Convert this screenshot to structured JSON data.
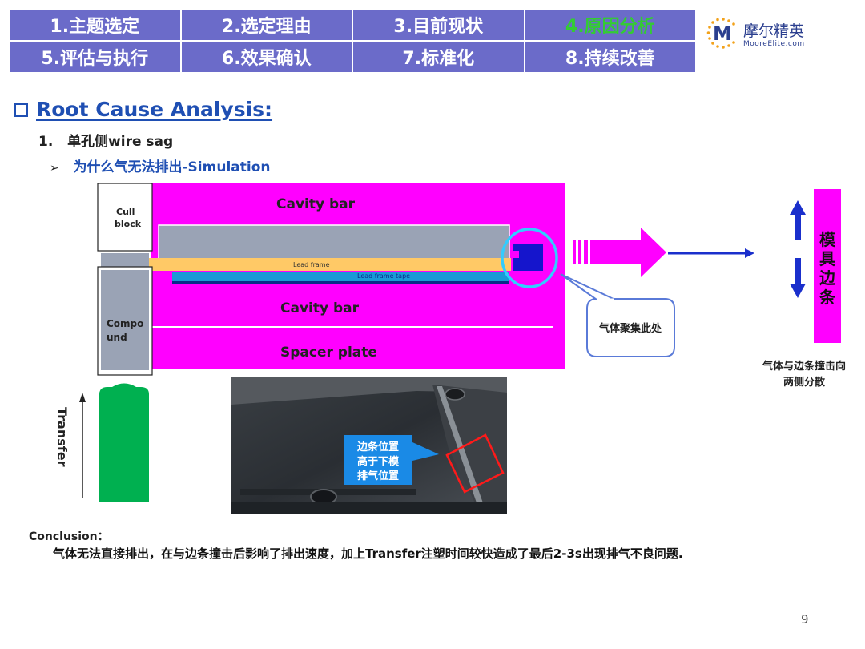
{
  "nav": {
    "items": [
      {
        "label": "1.主题选定",
        "active": false
      },
      {
        "label": "2.选定理由",
        "active": false
      },
      {
        "label": "3.目前现状",
        "active": false
      },
      {
        "label": "4.原因分析",
        "active": true
      },
      {
        "label": "5.评估与执行",
        "active": false
      },
      {
        "label": "6.效果确认",
        "active": false
      },
      {
        "label": "7.标准化",
        "active": false
      },
      {
        "label": "8.持续改善",
        "active": false
      }
    ]
  },
  "logo": {
    "mark": "M",
    "name_cn": "摩尔精英",
    "name_en": "MooreElite.com"
  },
  "heading": "Root Cause Analysis:",
  "section": {
    "number": "1.",
    "title": "单孔侧wire sag"
  },
  "subsection": {
    "bullet": "➢",
    "title": "为什么气无法排出-Simulation"
  },
  "diagram": {
    "cull_block": "Cull block",
    "cavity_bar_top": "Cavity bar",
    "lead_frame": "Lead frame",
    "lead_frame_tape": "Lead frame tape",
    "cavity_bar_bottom": "Cavity bar",
    "spacer_plate": "Spacer plate",
    "compound": "Compo und",
    "transfer": "Transfer",
    "callout_gas": "气体聚集此处",
    "mold_edge": "模具边条",
    "scatter_note": "气体与边条撞击向两侧分散",
    "photo_label": "边条位置高于下模排气位置"
  },
  "conclusion": {
    "label": "Conclusion：",
    "text": "气体无法直接排出，在与边条撞击后影响了排出速度，加上Transfer注塑时间较快造成了最后2-3s出现排气不良问题."
  },
  "page_number": "9",
  "colors": {
    "nav_bg": "#6b6bc9",
    "nav_active": "#33cc33",
    "magenta": "#ff00ff",
    "heading_blue": "#1f4fb3",
    "compound_green": "#00b050"
  }
}
